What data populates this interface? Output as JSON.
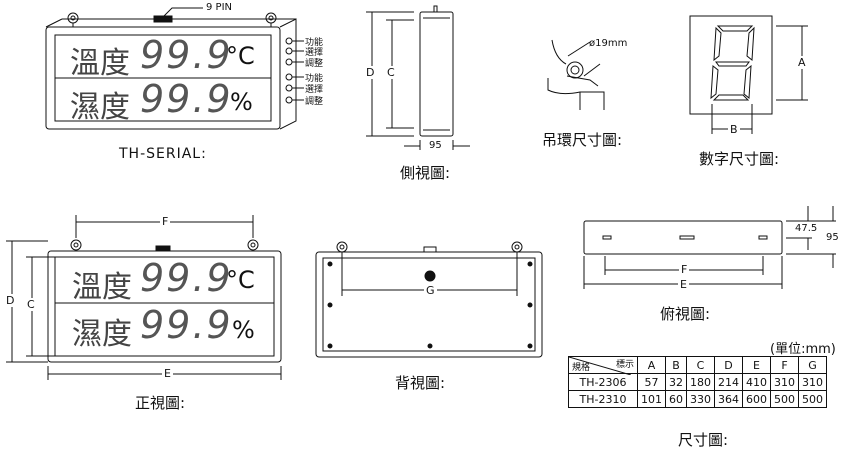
{
  "front_top": {
    "temp_label": "溫度",
    "temp_value": "99.9",
    "temp_unit": "°C",
    "hum_label": "濕度",
    "hum_value": "99.9",
    "hum_unit": "%",
    "pin_label": "9 PIN",
    "buttons": [
      "功能",
      "選擇",
      "調整",
      "功能",
      "選擇",
      "調整"
    ],
    "model": "TH-SERIAL:"
  },
  "side_view": {
    "caption": "側視圖:",
    "dim_d": "D",
    "dim_c": "C",
    "dim_95": "95"
  },
  "hook_view": {
    "caption": "吊環尺寸圖:",
    "diameter": "ø19mm"
  },
  "digit_view": {
    "caption": "數字尺寸圖:",
    "dim_a": "A",
    "dim_b": "B"
  },
  "front_view": {
    "caption": "正視圖:",
    "dim_f": "F",
    "dim_d": "D",
    "dim_c": "C",
    "dim_e": "E",
    "temp_label": "溫度",
    "temp_value": "99.9",
    "temp_unit": "°C",
    "hum_label": "濕度",
    "hum_value": "99.9",
    "hum_unit": "%"
  },
  "back_view": {
    "caption": "背視圖:",
    "dim_g": "G"
  },
  "top_view": {
    "caption": "俯視圖:",
    "dim_f": "F",
    "dim_e": "E",
    "dim_475": "47.5",
    "dim_95": "95"
  },
  "spec_table": {
    "unit": "(單位:mm)",
    "corner_top": "標示",
    "corner_bottom": "規格",
    "columns": [
      "A",
      "B",
      "C",
      "D",
      "E",
      "F",
      "G"
    ],
    "rows": [
      {
        "model": "TH-2306",
        "values": [
          "57",
          "32",
          "180",
          "214",
          "410",
          "310",
          "310"
        ]
      },
      {
        "model": "TH-2310",
        "values": [
          "101",
          "60",
          "330",
          "364",
          "600",
          "500",
          "500"
        ]
      }
    ],
    "caption": "尺寸圖:"
  }
}
